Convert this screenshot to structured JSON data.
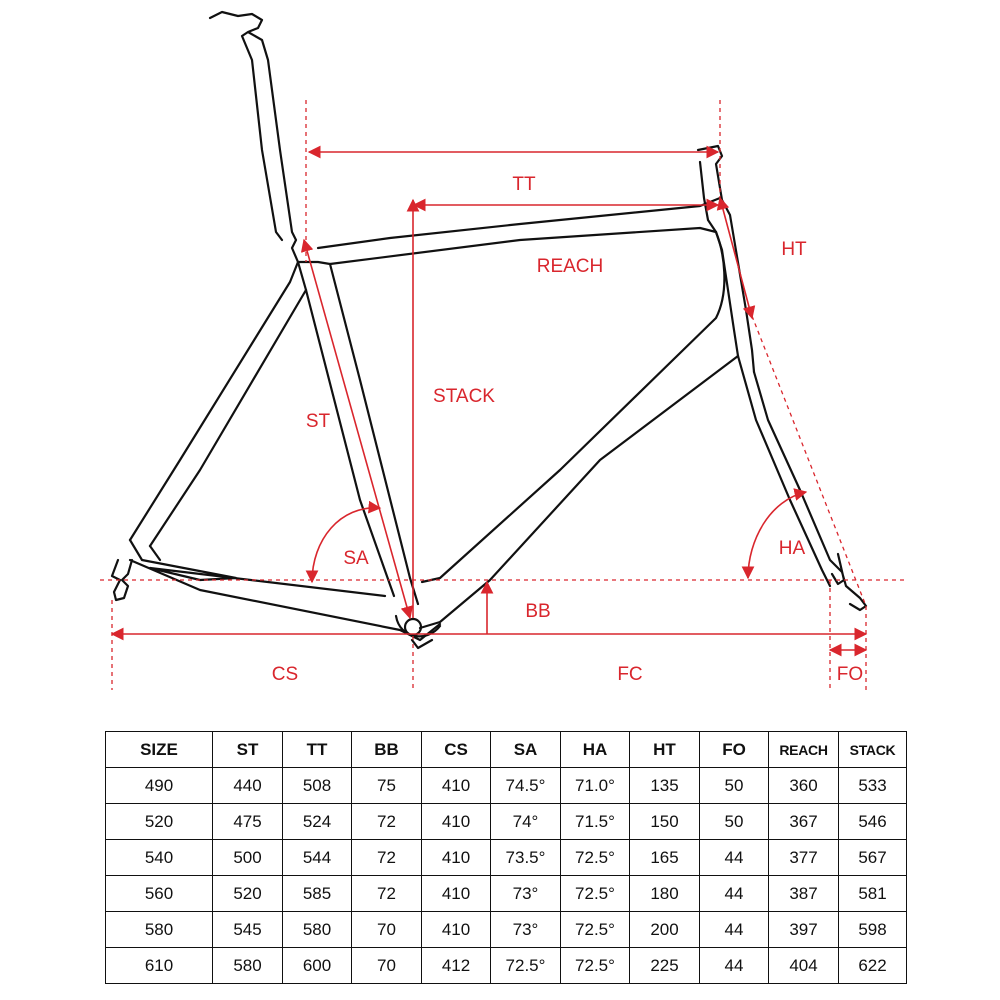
{
  "labels": {
    "tt": "TT",
    "ht": "HT",
    "reach": "REACH",
    "stack": "STACK",
    "st": "ST",
    "sa": "SA",
    "ha": "HA",
    "bb": "BB",
    "cs": "CS",
    "fc": "FC",
    "fo": "FO"
  },
  "colors": {
    "dimension": "#d9262d",
    "frame": "#111111"
  },
  "table": {
    "headers": [
      "SIZE",
      "ST",
      "TT",
      "BB",
      "CS",
      "SA",
      "HA",
      "HT",
      "FO",
      "REACH",
      "STACK"
    ],
    "rows": [
      [
        "490",
        "440",
        "508",
        "75",
        "410",
        "74.5°",
        "71.0°",
        "135",
        "50",
        "360",
        "533"
      ],
      [
        "520",
        "475",
        "524",
        "72",
        "410",
        "74°",
        "71.5°",
        "150",
        "50",
        "367",
        "546"
      ],
      [
        "540",
        "500",
        "544",
        "72",
        "410",
        "73.5°",
        "72.5°",
        "165",
        "44",
        "377",
        "567"
      ],
      [
        "560",
        "520",
        "585",
        "72",
        "410",
        "73°",
        "72.5°",
        "180",
        "44",
        "387",
        "581"
      ],
      [
        "580",
        "545",
        "580",
        "70",
        "410",
        "73°",
        "72.5°",
        "200",
        "44",
        "397",
        "598"
      ],
      [
        "610",
        "580",
        "600",
        "70",
        "412",
        "72.5°",
        "72.5°",
        "225",
        "44",
        "404",
        "622"
      ]
    ]
  }
}
